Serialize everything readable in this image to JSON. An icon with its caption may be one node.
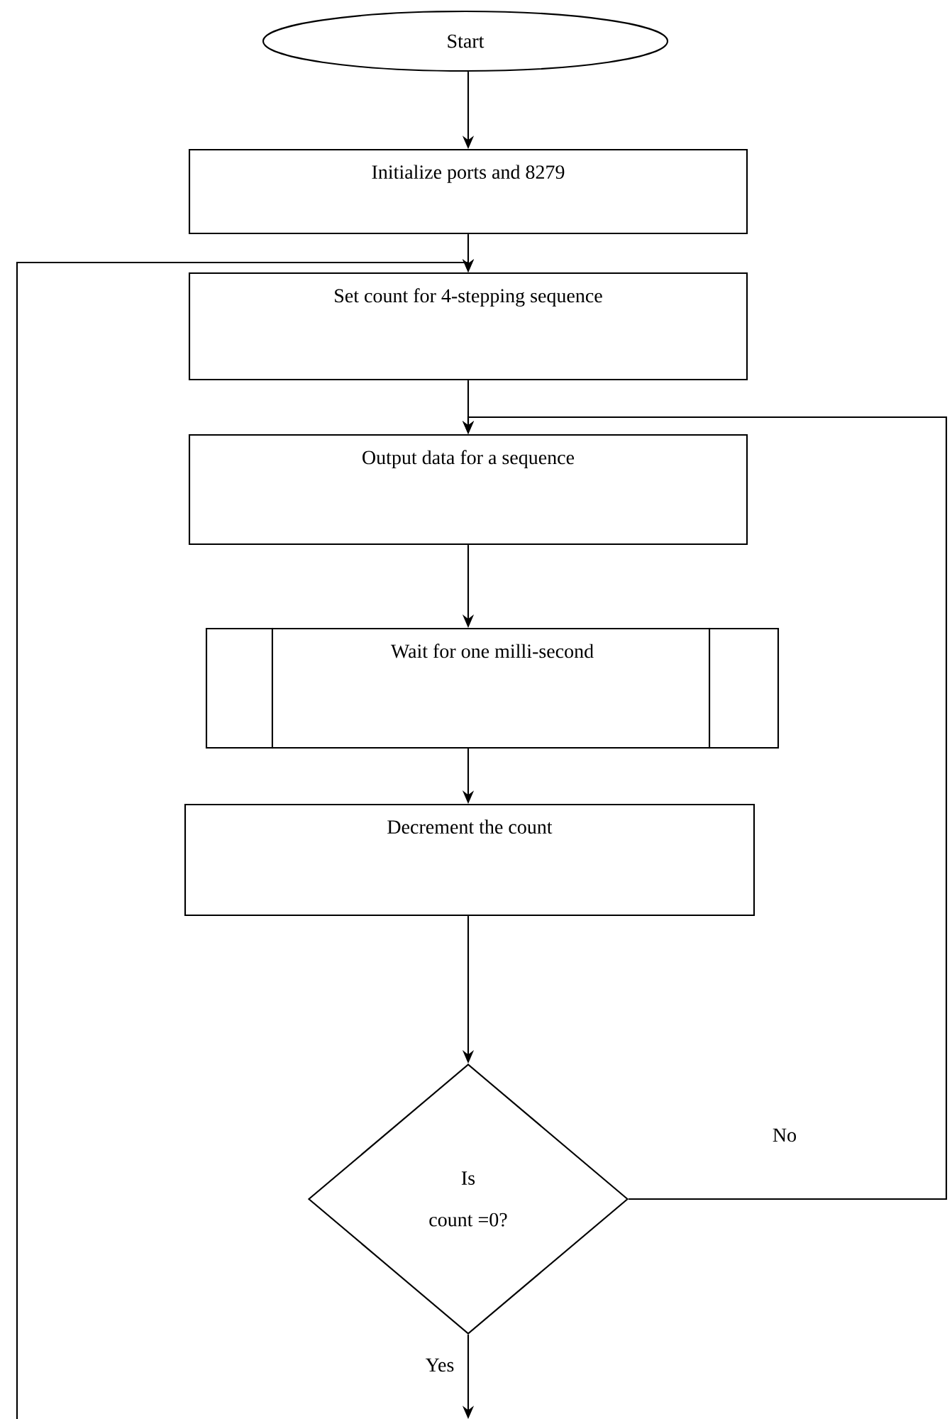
{
  "diagram": {
    "nodes": [
      {
        "text": [
          "Start"
        ]
      },
      {
        "text": [
          "Initialize ports and 8279"
        ]
      },
      {
        "text": [
          "Set count for 4-stepping sequence"
        ]
      },
      {
        "text": [
          "Output data for a sequence"
        ]
      },
      {
        "text": [
          "Wait for one milli-second"
        ]
      },
      {
        "text": [
          "Decrement the count"
        ]
      },
      {
        "text": [
          "Is",
          "count =0?"
        ]
      }
    ],
    "edges": [
      {
        "from": 0,
        "to": 1,
        "arrow": "to"
      },
      {
        "from": 1,
        "to": 2,
        "arrow": "to"
      },
      {
        "from": 2,
        "to": 3,
        "arrow": "to"
      },
      {
        "from": 3,
        "to": 4,
        "arrow": "to"
      },
      {
        "from": 4,
        "to": 5,
        "arrow": "to"
      },
      {
        "from": 5,
        "to": 6,
        "arrow": "to"
      },
      {
        "from": 6,
        "to": 3,
        "label": "No",
        "arrow": "to"
      },
      {
        "from": 6,
        "to": null,
        "label": "Yes",
        "arrow": "to"
      },
      {
        "from": null,
        "to": 2,
        "arrow": "to"
      }
    ]
  }
}
